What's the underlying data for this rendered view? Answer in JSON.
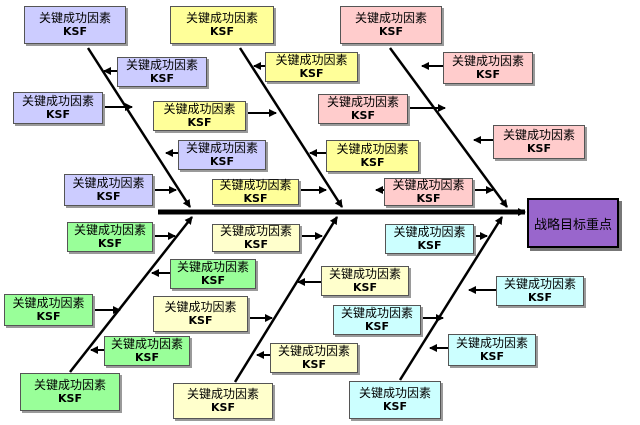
{
  "head_label": "战略目标重点",
  "factor_label": "关键成功因素",
  "factor_abbr": "KSF",
  "colors": {
    "lavender": "#ccccff",
    "yellow": "#ffff99",
    "pink": "#ffcccc",
    "green": "#99ff99",
    "cream": "#ffffcc",
    "cyan": "#ccffff",
    "head": "#9966cc"
  }
}
